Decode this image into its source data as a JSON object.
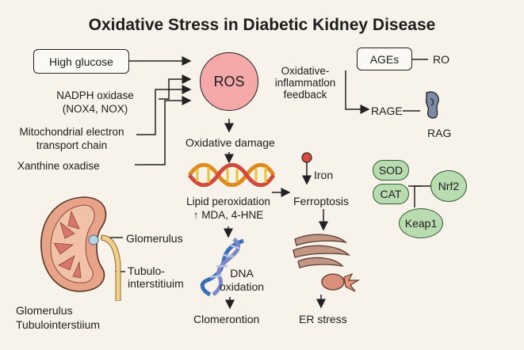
{
  "title": "Oxidative Stress in Diabetic Kidney Disease",
  "sources": {
    "high_glucose": "High glucose",
    "nadph_line1": "NADPH oxidase",
    "nadph_line2": "(NOX4, NOX)",
    "mito_line1": "Mitochondrial electron",
    "mito_line2": "transport chain",
    "xanthine": "Xanthine oxadise"
  },
  "ros": "ROS",
  "feedback": {
    "line1": "Oxidative-",
    "line2": "inflammatlon",
    "line3": "feedback"
  },
  "ages": {
    "ages": "AGEs",
    "ro": "RO",
    "rage": "RAGE",
    "rag": "RAG"
  },
  "damage": {
    "oxidative_damage": "Oxidative damage",
    "lipid_line1": "Lipid peroxidation",
    "lipid_line2": "↑ MDA, 4-HNE",
    "iron": "Iron",
    "ferroptosis": "Ferroptosis",
    "dna_line1": "DNA",
    "dna_line2": "oxidation",
    "clomerontion": "Clomerontion",
    "er_stress": "ER stress"
  },
  "antioxidant": {
    "sod": "SOD",
    "cat": "CAT",
    "nrf2": "Nrf2",
    "keap1": "Keap1"
  },
  "kidney": {
    "glomerulus": "Glomerulus",
    "tubulo_line1": "Tubulo-",
    "tubulo_line2": "interstitiuim",
    "caption_line1": "Glomerulus",
    "caption_line2": "Tubulointerstiium"
  },
  "colors": {
    "ros_fill": "#f4a8a8",
    "antioxidant_fill": "#b9dbb0",
    "kidney_fill": "#e8a489",
    "background": "#f7f3ea"
  }
}
